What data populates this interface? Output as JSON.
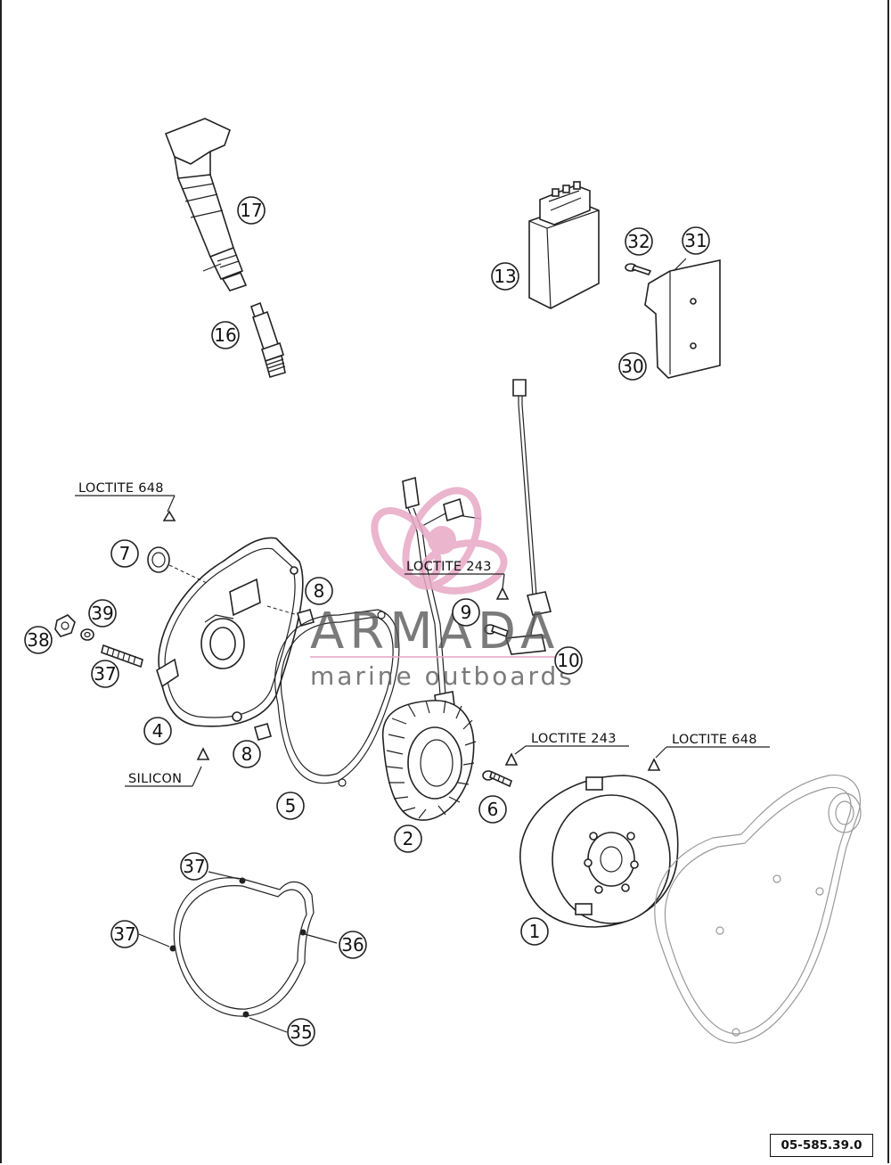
{
  "diagram": {
    "parts": [
      {
        "number": "17",
        "name": "ignition coil"
      },
      {
        "number": "16",
        "name": "spark plug"
      },
      {
        "number": "13",
        "name": "control unit"
      },
      {
        "number": "32",
        "name": "screw"
      },
      {
        "number": "31",
        "name": "bracket"
      },
      {
        "number": "30",
        "name": "bracket plate"
      },
      {
        "number": "7",
        "name": "seal ring"
      },
      {
        "number": "8",
        "name": "dowel"
      },
      {
        "number": "8",
        "name": "dowel"
      },
      {
        "number": "39",
        "name": "washer"
      },
      {
        "number": "38",
        "name": "nut"
      },
      {
        "number": "37",
        "name": "stud"
      },
      {
        "number": "4",
        "name": "ignition cover"
      },
      {
        "number": "5",
        "name": "gasket"
      },
      {
        "number": "9",
        "name": "screw"
      },
      {
        "number": "10",
        "name": "pickup"
      },
      {
        "number": "2",
        "name": "stator"
      },
      {
        "number": "6",
        "name": "screw"
      },
      {
        "number": "1",
        "name": "rotor"
      },
      {
        "number": "37",
        "name": "gasket point"
      },
      {
        "number": "37",
        "name": "gasket point"
      },
      {
        "number": "36",
        "name": "gasket point"
      },
      {
        "number": "35",
        "name": "gasket point"
      }
    ],
    "callouts": [
      "LOCTITE 648",
      "LOCTITE 243",
      "SILICON",
      "LOCTITE 243",
      "LOCTITE 648"
    ],
    "reference_code": "05-585.39.0"
  },
  "watermark": {
    "brand": "ARMADA",
    "tagline": "marine outboards",
    "logo_color": "#e8a9c6"
  }
}
